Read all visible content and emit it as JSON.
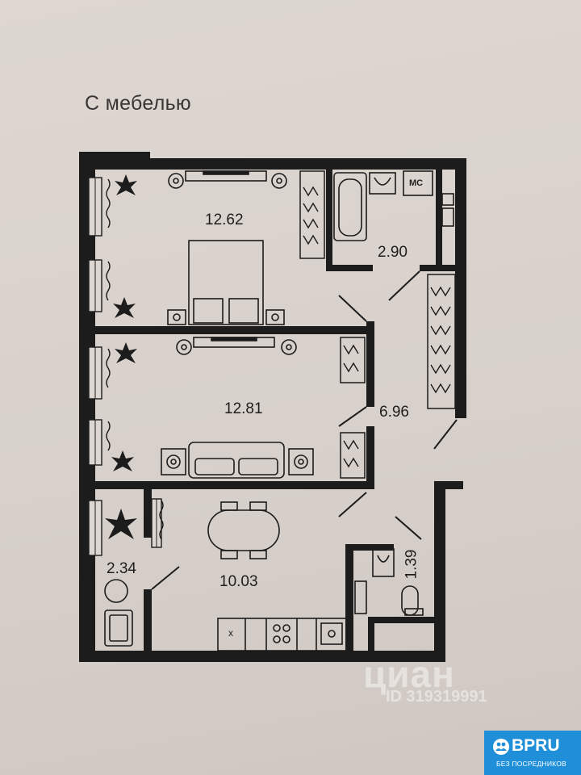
{
  "heading": "С мебелью",
  "rooms": {
    "bedroom": "12.62",
    "living": "12.81",
    "bath": "2.90",
    "hall": "6.96",
    "kitchen": "10.03",
    "balcony": "2.34",
    "wc": "1.39"
  },
  "appliances": {
    "washer": "МС",
    "sink_mark": "x"
  },
  "watermark": {
    "brand": "циан",
    "id": "ID 319319991"
  },
  "badge": {
    "title": "BPRU",
    "subtitle": "БЕЗ ПОСРЕДНИКОВ"
  }
}
